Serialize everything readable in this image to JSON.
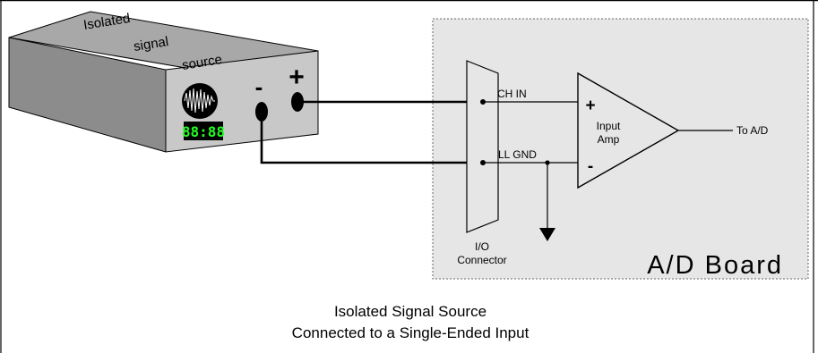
{
  "source_box": {
    "label_line1": "Isolated",
    "label_line2": "signal",
    "label_line3": "source",
    "display": "88:88",
    "minus": "-",
    "plus": "+"
  },
  "connector": {
    "ch_in": "CH  IN",
    "ll_gnd": "LL GND",
    "label_line1": "I/O",
    "label_line2": "Connector"
  },
  "amplifier": {
    "plus": "+",
    "minus": "-",
    "label_line1": "Input",
    "label_line2": "Amp",
    "output_label": "To A/D"
  },
  "board": {
    "title": "A/D Board"
  },
  "caption": {
    "line1": "Isolated Signal Source",
    "line2": "Connected to a Single-Ended Input"
  },
  "colors": {
    "board_fill": "#e6e6e6",
    "box_top": "#a8a8a8",
    "box_front": "#c8c8c8",
    "box_side": "#8c8c8c",
    "display_green": "#22ff22"
  }
}
